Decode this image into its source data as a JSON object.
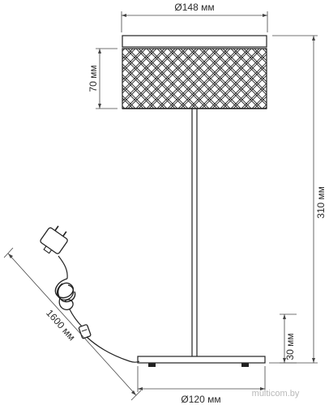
{
  "dimensions": {
    "top_diameter": "Ø148 мм",
    "shade_height": "70 мм",
    "total_height": "310 мм",
    "base_height": "30 мм",
    "cord_length": "1600 мм",
    "base_diameter": "Ø120 мм"
  },
  "watermark": "multicom.by"
}
